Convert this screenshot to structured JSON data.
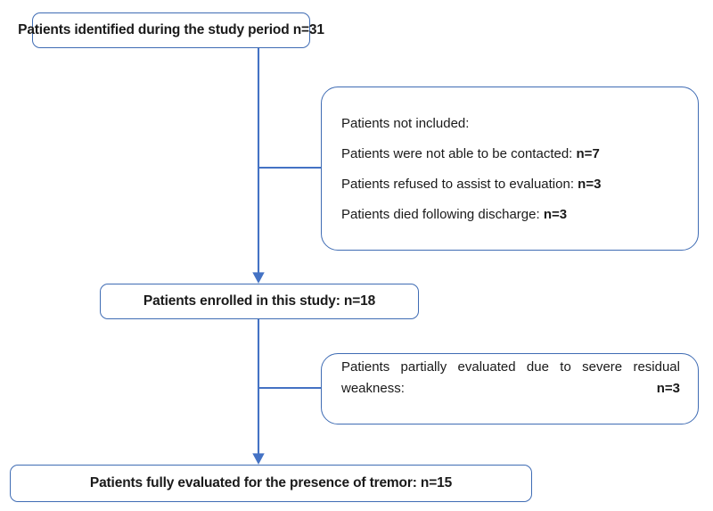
{
  "diagram": {
    "type": "study-flow-chart",
    "accent_color": "#4472C4",
    "border_color": "#3f6cb4",
    "text_color": "#1a1a1a",
    "background_color": "#ffffff"
  },
  "nodes": {
    "identified": {
      "text": "Patients identified during the study period n=31",
      "count": 31
    },
    "excluded": {
      "heading": "Patients not included:",
      "reasons": [
        {
          "label": "Patients were not able to be contacted: ",
          "count": "n=7"
        },
        {
          "label": "Patients refused to assist to evaluation: ",
          "count": "n=3"
        },
        {
          "label": "Patients died following discharge: ",
          "count": "n=3"
        }
      ]
    },
    "enrolled": {
      "text": "Patients enrolled in this study: n=18",
      "count": 18
    },
    "partial": {
      "label": "Patients partially evaluated due to severe residual weakness: ",
      "count": "n=3"
    },
    "final": {
      "text": "Patients fully evaluated for the presence of tremor: n=15",
      "count": 15
    }
  },
  "connectors": [
    {
      "name": "trunk-identified-to-enrolled",
      "from": "identified",
      "to": "enrolled",
      "arrow": true
    },
    {
      "name": "branch-to-excluded",
      "from": "trunk",
      "to": "excluded",
      "arrow": false
    },
    {
      "name": "trunk-enrolled-to-final",
      "from": "enrolled",
      "to": "final",
      "arrow": true
    },
    {
      "name": "branch-to-partial",
      "from": "trunk",
      "to": "partial",
      "arrow": false
    }
  ]
}
